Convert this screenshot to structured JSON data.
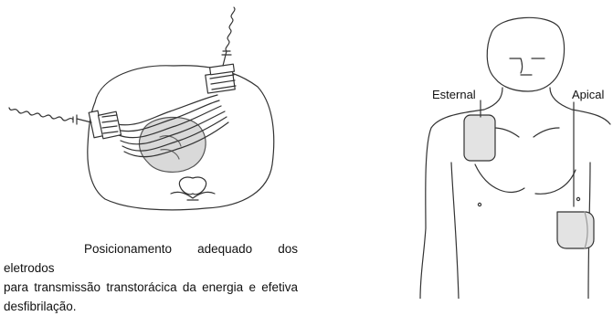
{
  "caption": {
    "line1": "Posicionamento adequado dos eletrodos",
    "line2": "para transmissão transtorácica da energia e efetiva",
    "line3": "desfibrilação."
  },
  "labels": {
    "esternal": "Esternal",
    "apical": "Apical"
  },
  "colors": {
    "line": "#333333",
    "pad_fill": "#e3e3e3",
    "heart_fill": "#d9d9d9"
  }
}
